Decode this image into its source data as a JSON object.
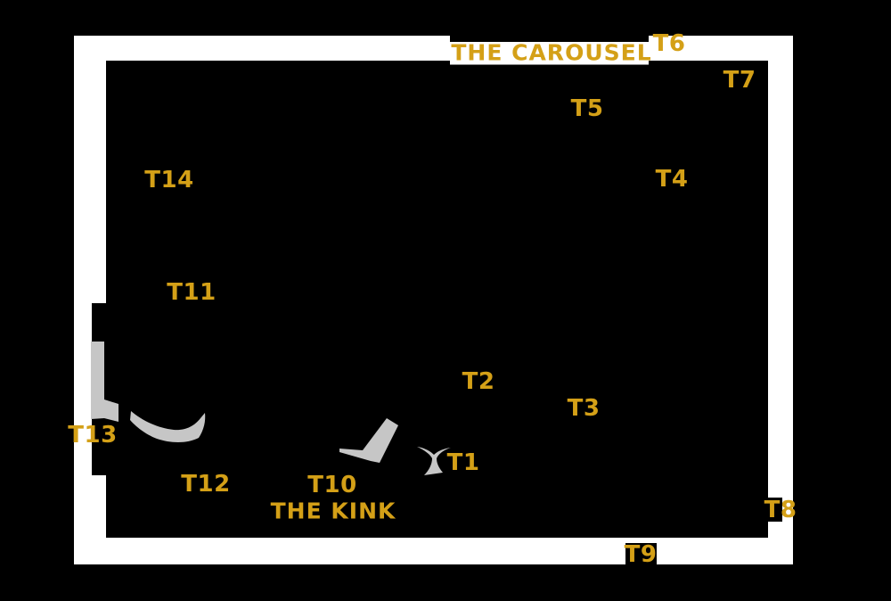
{
  "colors": {
    "background": "#000000",
    "track": "#ffffff",
    "segment": "#c6c6c6",
    "label": "#d4a017"
  },
  "labels": [
    {
      "id": "the-carousel",
      "text": "THE CAROUSEL"
    },
    {
      "id": "t6",
      "text": "T6"
    },
    {
      "id": "t7",
      "text": "T7"
    },
    {
      "id": "t5",
      "text": "T5"
    },
    {
      "id": "t4",
      "text": "T4"
    },
    {
      "id": "t14",
      "text": "T14"
    },
    {
      "id": "t11",
      "text": "T11"
    },
    {
      "id": "t2",
      "text": "T2"
    },
    {
      "id": "t3",
      "text": "T3"
    },
    {
      "id": "t13",
      "text": "T13"
    },
    {
      "id": "t1",
      "text": "T1"
    },
    {
      "id": "t12",
      "text": "T12"
    },
    {
      "id": "t10",
      "text": "T10"
    },
    {
      "id": "the-kink",
      "text": "THE KINK"
    },
    {
      "id": "t8",
      "text": "T8"
    },
    {
      "id": "t9",
      "text": "T9"
    }
  ]
}
